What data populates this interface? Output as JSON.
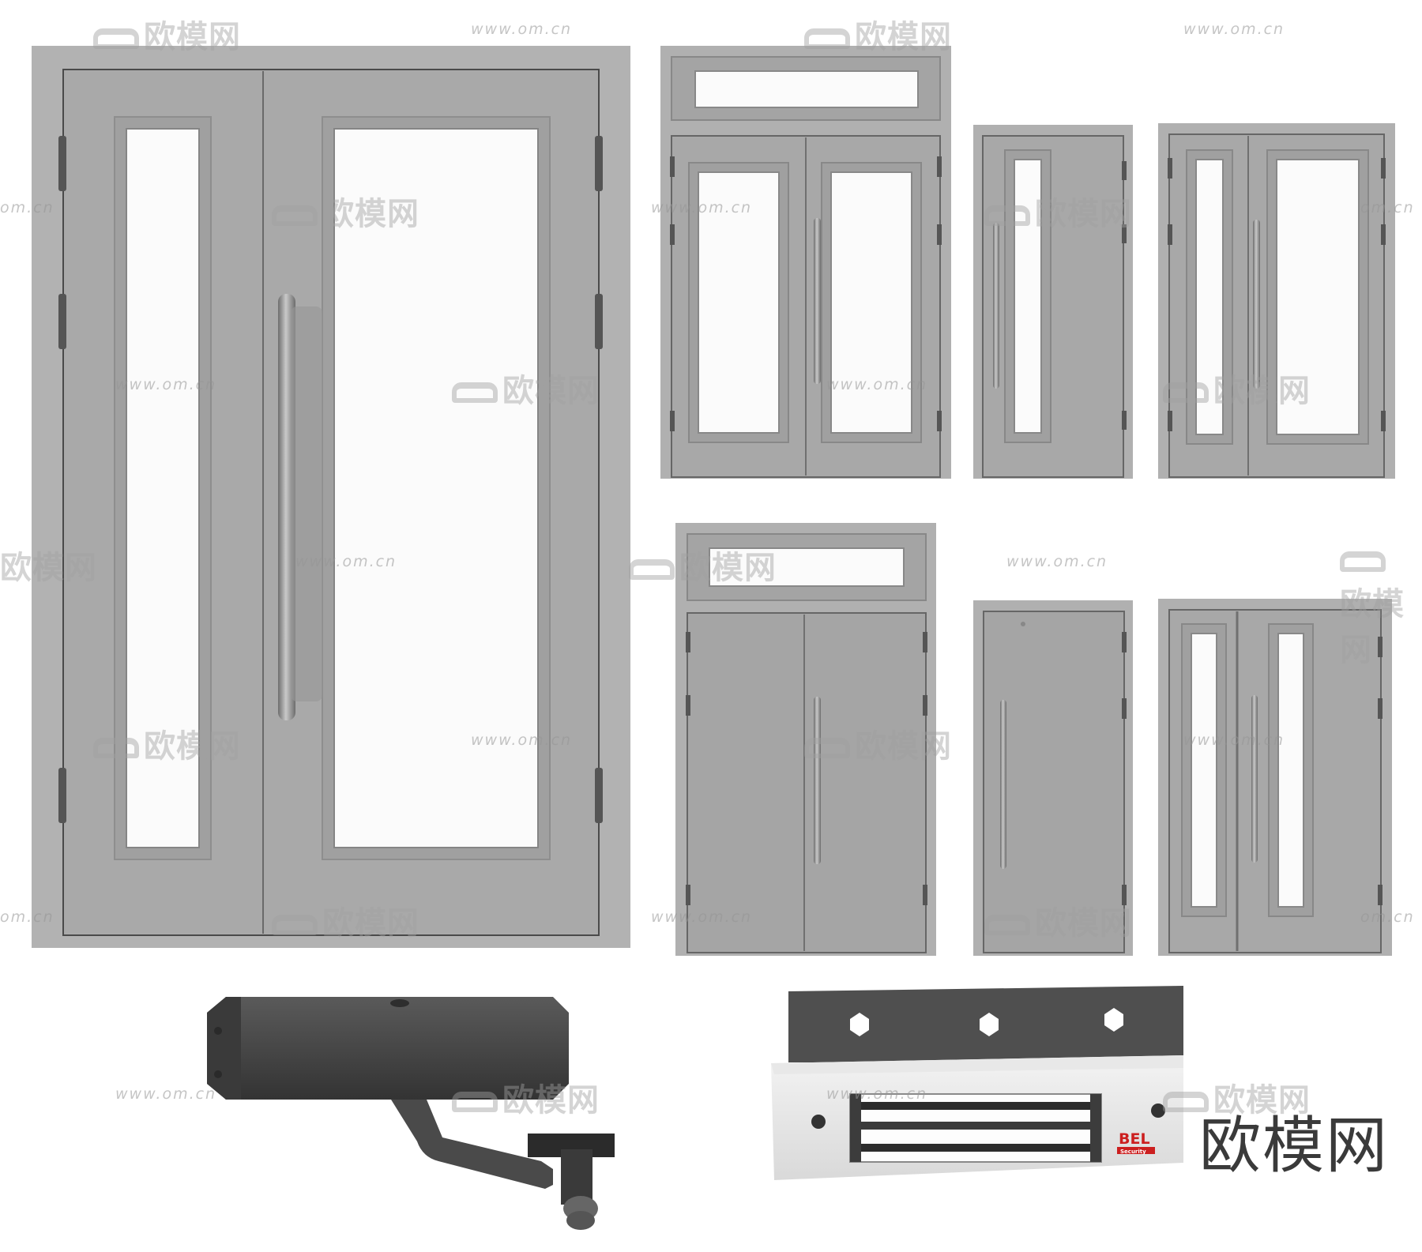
{
  "watermark": {
    "url_text": "www.om.cn",
    "edge_url_text": "om.cn",
    "logo_text": "欧模网"
  },
  "brand_mark": "欧模网",
  "magnetic_lock": {
    "label_main": "BEL",
    "label_sub": "Security"
  },
  "colors": {
    "door_gray": "#a6a6a6",
    "door_light": "#b3b3b3",
    "glass": "#fafafa",
    "frame_dark": "#808080",
    "handle": "#8c8c8c",
    "closer_body": "#4d4d4d",
    "lock_red": "#cc1f1f"
  },
  "icons": [
    "sofa-logo-icon"
  ]
}
